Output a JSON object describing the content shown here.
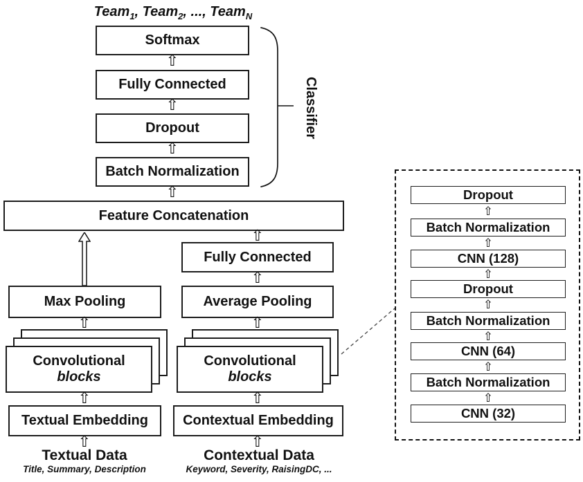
{
  "header": {
    "parts": [
      "Team",
      "1",
      ", Team",
      "2",
      ", ..., Team",
      "N"
    ]
  },
  "classifier": {
    "label": "Classifier",
    "layers": [
      "Softmax",
      "Fully Connected",
      "Dropout",
      "Batch Normalization"
    ]
  },
  "concat_label": "Feature Concatenation",
  "left_branch": {
    "pooling": "Max Pooling",
    "conv_line1": "Convolutional",
    "conv_line2": "blocks",
    "embedding": "Textual Embedding",
    "data_label": "Textual Data",
    "data_fields": "Title, Summary, Description"
  },
  "right_branch": {
    "fully_connected": "Fully Connected",
    "pooling": "Average Pooling",
    "conv_line1": "Convolutional",
    "conv_line2": "blocks",
    "embedding": "Contextual Embedding",
    "data_label": "Contextual Data",
    "data_fields": "Keyword, Severity, RaisingDC, ..."
  },
  "conv_block_detail": {
    "layers": [
      "Dropout",
      "Batch Normalization",
      "CNN (128)",
      "Dropout",
      "Batch Normalization",
      "CNN (64)",
      "Batch Normalization",
      "CNN (32)"
    ]
  },
  "icons": {
    "up_arrow": "⇧"
  },
  "colors": {
    "ink": "#111111",
    "background": "#ffffff"
  }
}
